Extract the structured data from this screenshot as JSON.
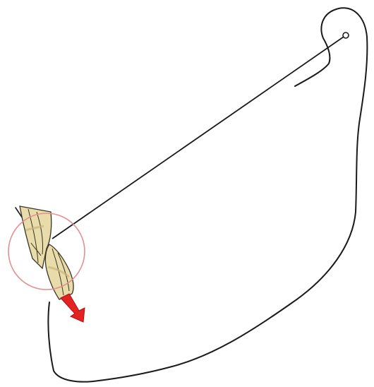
{
  "diagram": {
    "subject": "mandible-outline-with-incisors",
    "colors": {
      "outline": "#1a1a1a",
      "tooth_fill": "#e9dcab",
      "tooth_shadow": "#c7b57a",
      "tooth_edge": "#3a3321",
      "highlight_circle": "#e58f8f",
      "arrow": "#e32222",
      "arrow_dark": "#b30f0f"
    },
    "icons": {
      "condyle_point": "small-circle",
      "direction_arrow": "arrow-down-right"
    }
  }
}
